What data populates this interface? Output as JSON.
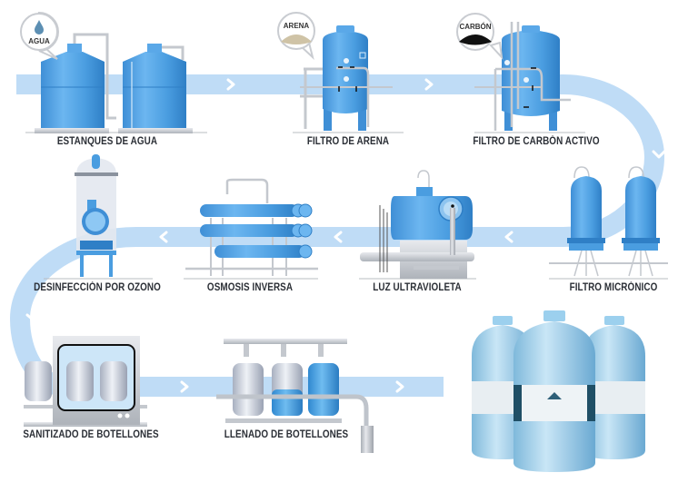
{
  "title": "Proceso de purificación de agua",
  "colors": {
    "flow": "#bfdcf6",
    "tank_blue": "#4a9de0",
    "tank_dark": "#2f7fc6",
    "steel": "#c4c8ce",
    "label_text": "#2b2f36",
    "sand": "#cfc3a6",
    "carbon": "#111111"
  },
  "flow_direction_icons": [
    "chevron-right",
    "chevron-right",
    "chevron-down",
    "chevron-left",
    "chevron-left",
    "chevron-left",
    "chevron-down",
    "chevron-right",
    "chevron-right"
  ],
  "stages": [
    {
      "id": "estanques",
      "label": "ESTANQUES DE AGUA",
      "bubble": "AGUA",
      "bubble_icon": "water-drop"
    },
    {
      "id": "arena",
      "label": "FILTRO DE ARENA",
      "bubble": "ARENA",
      "bubble_icon": "sand-pile"
    },
    {
      "id": "carbon",
      "label": "FILTRO DE CARBÓN ACTIVO",
      "bubble": "CARBÓN",
      "bubble_icon": "carbon-pile"
    },
    {
      "id": "micronico",
      "label": "FILTRO MICRÓNICO"
    },
    {
      "id": "uv",
      "label": "LUZ ULTRAVIOLETA"
    },
    {
      "id": "osmosis",
      "label": "OSMOSIS INVERSA"
    },
    {
      "id": "ozono",
      "label": "DESINFECCIÓN POR OZONO"
    },
    {
      "id": "sanitizado",
      "label": "SANITIZADO DE BOTELLONES"
    },
    {
      "id": "llenado",
      "label": "LLENADO DE BOTELLONES"
    }
  ],
  "product": {
    "name": "botellones",
    "count": 3
  }
}
